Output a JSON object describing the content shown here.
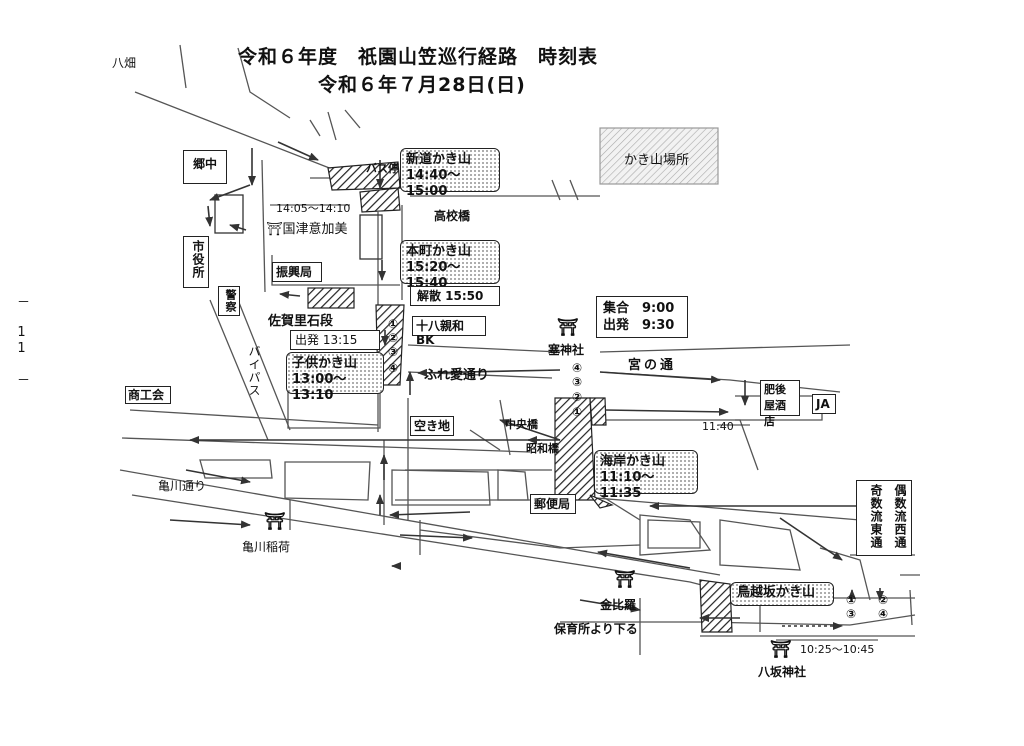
{
  "title": {
    "line1": "令和６年度　祇園山笠巡行経路　時刻表",
    "line2": "令和６年７月28日(日)"
  },
  "page_marker": "－ 11 －",
  "legend": {
    "label": "かき山場所"
  },
  "places": {
    "hachihata": "八畑",
    "gochu": "郷中",
    "shiyakusho": "市役所",
    "keisatsu": "警察",
    "bypass": "バイパス",
    "shokokai": "商工会",
    "kamegawa_dori": "亀川通り",
    "kamegawa_inari": "亀川稲荷",
    "koko_bashi": "高校橋",
    "kokuzu_ikami": "国津意加美",
    "shinkoukyoku": "振興局",
    "sagari_ishidan": "佐賀里石段",
    "juhachi_bk": "十八親和BK",
    "fureai_dori": "ふれ愛通り",
    "akichi": "空き地",
    "chuo_bashi": "中央橋",
    "showa_bashi": "昭和橋",
    "yubinkyoku": "郵便局",
    "sainokami_sha": "塞神社",
    "miya_no_dori": "宮の通",
    "higoya_saketen": "肥後屋酒店",
    "ja": "JA",
    "konpira": "金比羅",
    "hoikusho": "保育所より下る",
    "yasaka_jinja": "八坂神社",
    "kusu_nishi": "偶数流西通",
    "kisu_higashi": "奇数流東通",
    "bus_stop": "バス停"
  },
  "schedule": {
    "shinmichi": {
      "name": "新道かき山",
      "time": "14:40～15:00"
    },
    "honmachi": {
      "name": "本町かき山",
      "time": "15:20～15:40"
    },
    "kaisan": "解散 15:50",
    "kodomo_start": "出発 13:15",
    "kodomo": {
      "name": "子供かき山",
      "time": "13:00～13:10"
    },
    "shugo": "集合　9:00",
    "shuppatsu": "出発　9:30",
    "kaigan": {
      "name": "海岸かき山",
      "time": "11:10～11:35"
    },
    "torigoezaka": {
      "name": "鳥越坂かき山"
    },
    "time_1405": "14:05～14:10",
    "time_1140": "11:40",
    "time_1025": "10:25～10:45"
  },
  "circled": [
    "①",
    "②",
    "③",
    "④"
  ],
  "torii_glyph": "⛩"
}
